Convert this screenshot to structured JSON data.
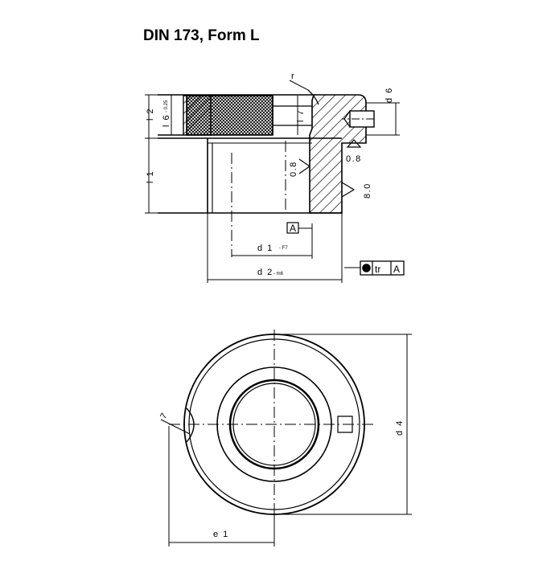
{
  "title": "DIN 173, Form L",
  "labels": {
    "r": "r",
    "l2": "l 2",
    "l6": "l 6",
    "l6_tol": "- 0.25",
    "l7": "l 7",
    "l1": "l 1",
    "d6": "d 6",
    "rough_a": "0.8",
    "rough_b": "0.8",
    "rough_c": "8.0",
    "datum": "A",
    "d1": "d 1",
    "d1_tol": "- F7",
    "d2": "d 2",
    "d2_tol": "- m6",
    "tol_symbol": "tr",
    "tol_datum": "A",
    "d4": "d 4",
    "e1": "e 1",
    "r_notch": "7"
  }
}
